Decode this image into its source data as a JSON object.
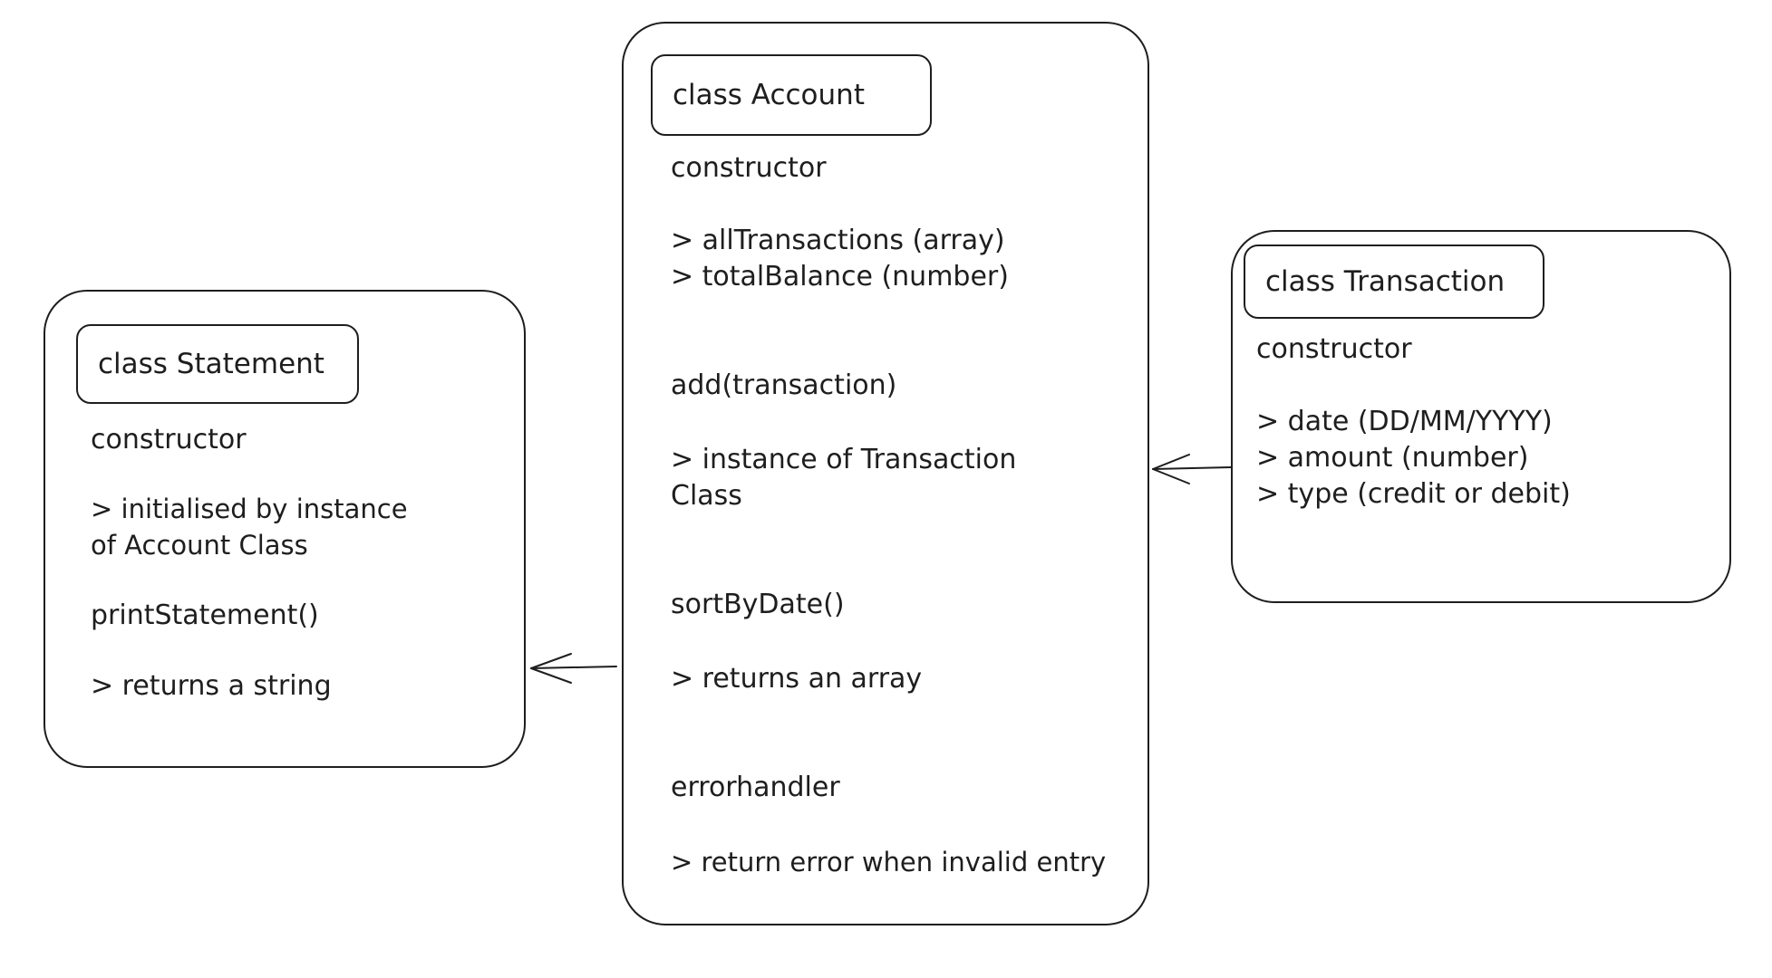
{
  "statement": {
    "title": "class Statement",
    "constructor_label": "constructor",
    "init_line1": "> initialised by instance",
    "init_line2": "of Account Class",
    "method": "printStatement()",
    "returns": "> returns a string"
  },
  "account": {
    "title": "class Account",
    "constructor_label": "constructor",
    "prop1": "> allTransactions (array)",
    "prop2": "> totalBalance (number)",
    "add_method": "add(transaction)",
    "add_desc1": "> instance of Transaction",
    "add_desc2": "Class",
    "sort_method": "sortByDate()",
    "sort_desc": "> returns an array",
    "error_method": "errorhandler",
    "error_desc": "> return error when invalid entry"
  },
  "transaction": {
    "title": "class Transaction",
    "constructor_label": "constructor",
    "prop1": "> date (DD/MM/YYYY)",
    "prop2": "> amount (number)",
    "prop3": "> type (credit or debit)"
  },
  "colors": {
    "stroke": "#1e1e1e",
    "background": "#ffffff"
  }
}
